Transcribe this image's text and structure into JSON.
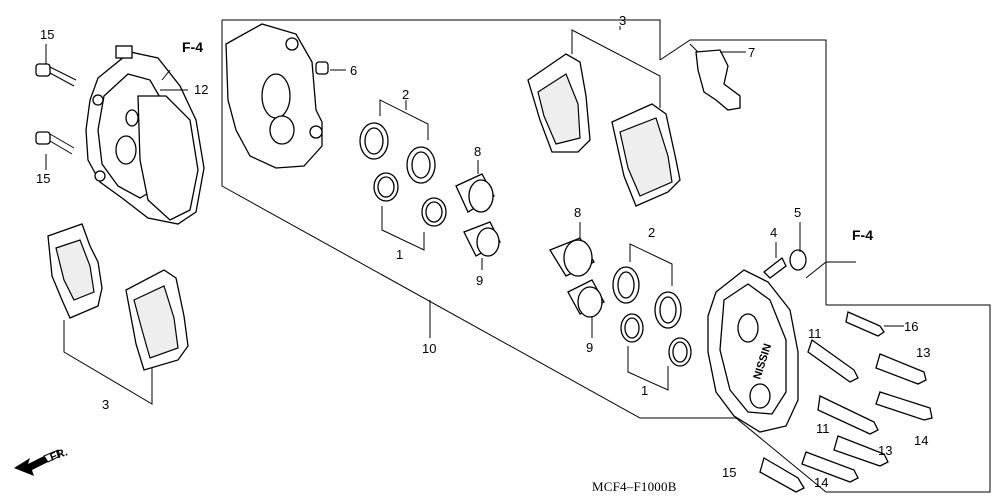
{
  "diagram": {
    "code": "MCF4–F1000B",
    "front_label": "FR.",
    "callouts": {
      "f4_left": "F-4",
      "f4_right": "F-4",
      "n15_a": "15",
      "n15_b": "15",
      "n15_c": "15",
      "n12": "12",
      "n3_left": "3",
      "n3_top": "3",
      "n6": "6",
      "n2_top": "2",
      "n1_top": "1",
      "n8_top": "8",
      "n9_top": "9",
      "n10": "10",
      "n7": "7",
      "n4": "4",
      "n5": "5",
      "n8_right": "8",
      "n9_right": "9",
      "n2_right": "2",
      "n1_right": "1",
      "n16": "16",
      "n11_a": "11",
      "n11_b": "11",
      "n13_a": "13",
      "n13_b": "13",
      "n14_a": "14",
      "n14_b": "14"
    }
  }
}
